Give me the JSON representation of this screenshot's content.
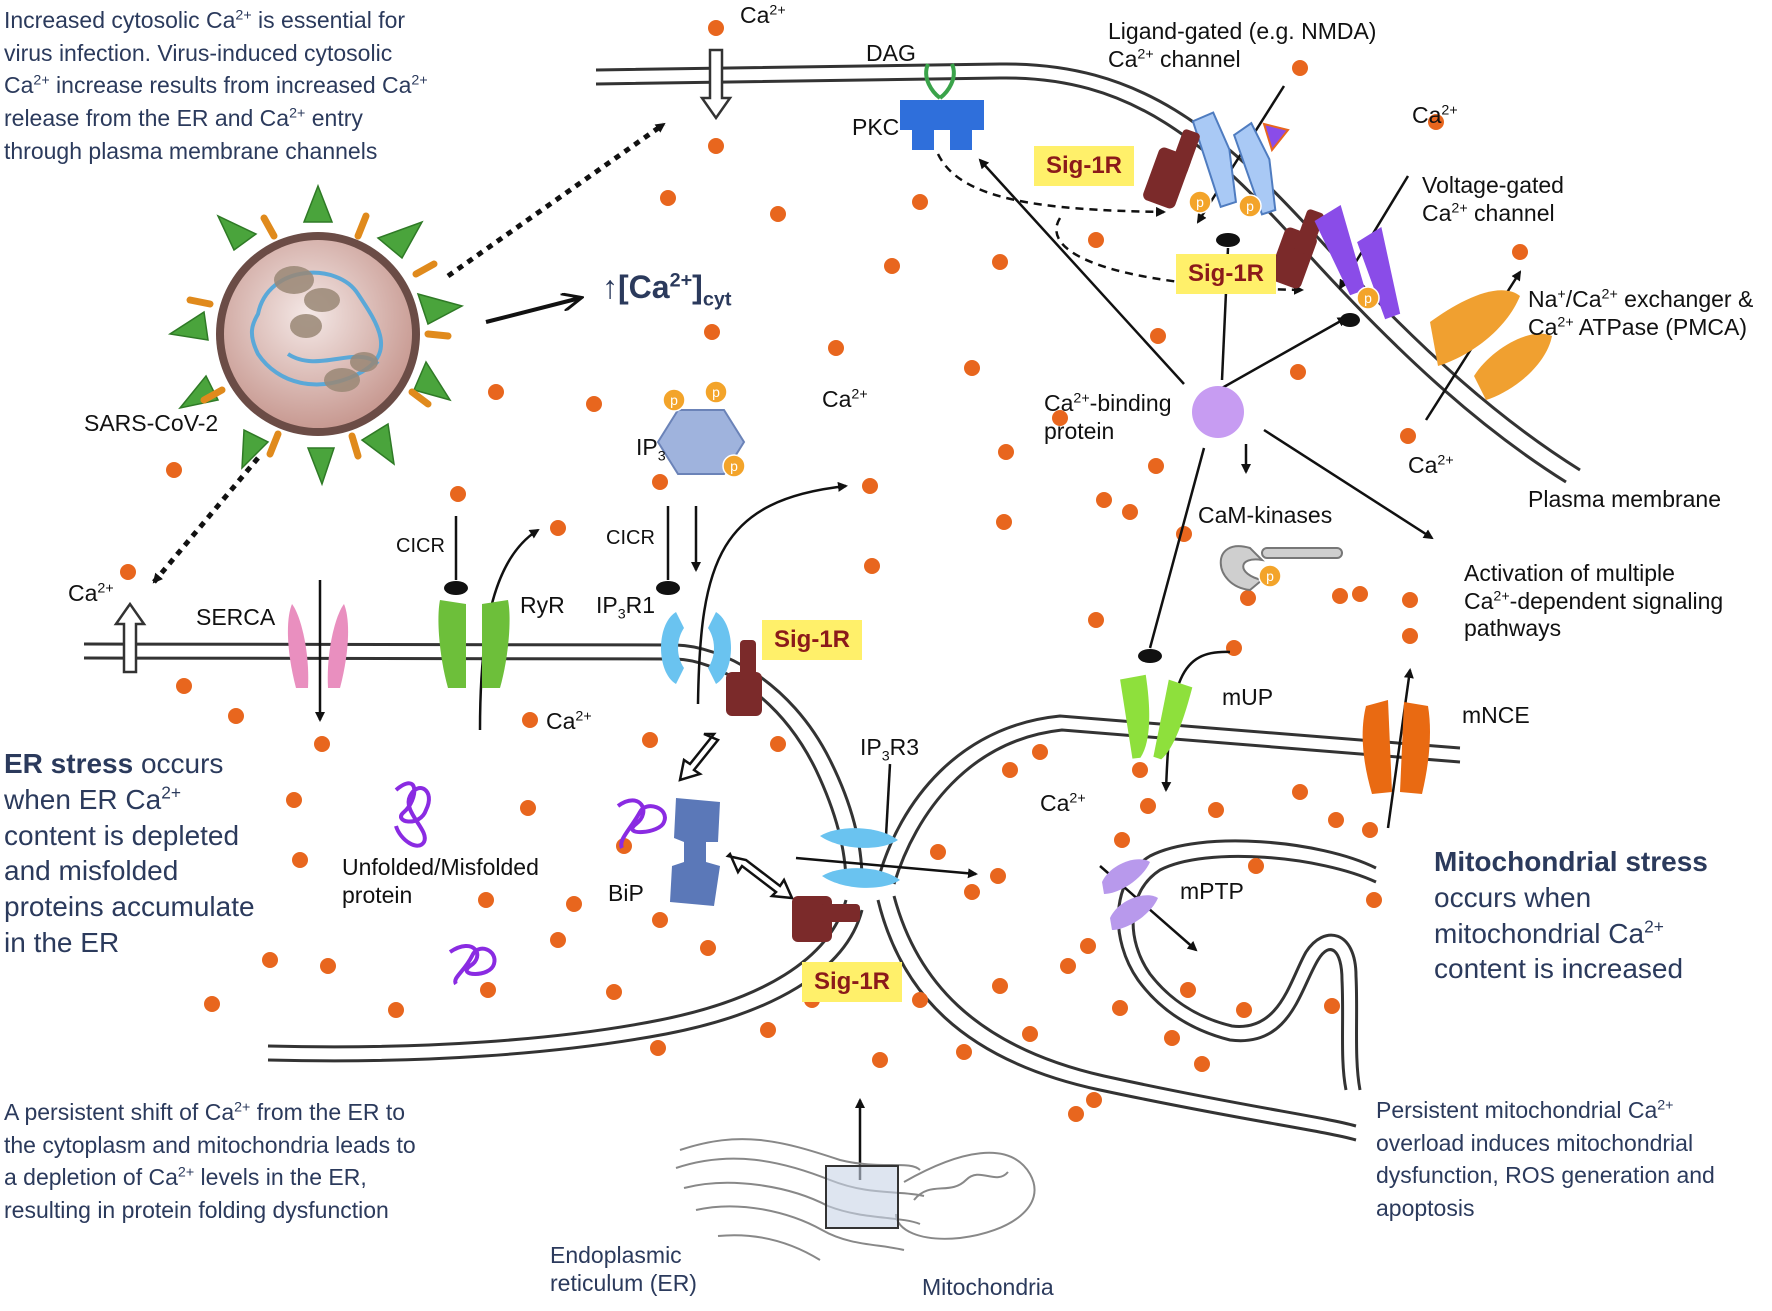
{
  "ca_sup": "2+",
  "intro": {
    "lines": [
      "Increased cytosolic Ca",
      " is essential for",
      "virus infection. Virus-induced cytosolic",
      "Ca",
      " increase results from increased Ca",
      "release from the ER and Ca",
      " entry",
      "through plasma membrane channels"
    ]
  },
  "labels": {
    "ca": "Ca",
    "dag": "DAG",
    "pkc": "PKC",
    "ligand_line1": "Ligand-gated (e.g. NMDA)",
    "channel": " channel",
    "sig1r": "Sig-1R",
    "voltage_line1": "Voltage-gated",
    "exchanger_line1a": "Na",
    "exchanger_plus": "+",
    "exchanger_line1b": "/Ca",
    "exchanger_line1c": " exchanger &",
    "exchanger_line2b": " ATPase (PMCA)",
    "plasma_membrane": "Plasma membrane",
    "cyt_arrow": "↑",
    "cyt_open": "[Ca",
    "cyt_close": "]",
    "cyt_sub": "cyt",
    "sars": "SARS-CoV-2",
    "ip3": "IP",
    "ip3_sub": "3",
    "cicr": "CICR",
    "binding_protein_line1": "-binding",
    "binding_protein_line2": "protein",
    "camk": "CaM-kinases",
    "activation": [
      "Activation of multiple",
      "Ca",
      "-dependent signaling",
      "pathways"
    ],
    "serca": "SERCA",
    "ryr": "RyR",
    "ip3r1": "R1",
    "ip3r3": "R3",
    "mup": "mUP",
    "mnce": "mNCE",
    "mptp": "mPTP",
    "bip": "BiP",
    "p": "p",
    "unfolded_line1": "Unfolded/Misfolded",
    "unfolded_line2": "protein",
    "er_stress_bold": "ER stress",
    "er_stress_lines": [
      " occurs",
      "when ER Ca",
      "content is depleted",
      "and misfolded",
      "proteins accumulate",
      "in the ER"
    ],
    "mito_stress_bold": "Mitochondrial stress",
    "mito_stress_lines": [
      "occurs when",
      "mitochondrial Ca",
      "content is increased"
    ],
    "bottom_left": [
      "A persistent shift of Ca",
      " from the ER to",
      "the cytoplasm and mitochondria leads to",
      "a depletion of Ca",
      " levels in the ER,",
      "resulting in protein folding dysfunction"
    ],
    "bottom_right": [
      "Persistent mitochondrial Ca",
      "overload induces mitochondrial",
      "dysfunction, ROS generation and",
      "apoptosis"
    ],
    "er_caption": [
      "Endoplasmic",
      "reticulum (ER)"
    ],
    "mito_caption": "Mitochondria"
  },
  "colors": {
    "calcium": "#e8661e",
    "serca": "#e98fbf",
    "ryr": "#6dbf3a",
    "ip3r": "#6ac3f0",
    "sig1r": "#7b2a2a",
    "pkc": "#2f6fdb",
    "binding_protein": "#c79cf2",
    "mup": "#8ee03c",
    "mnce": "#e96a12",
    "mptp": "#b899ec",
    "exchanger": "#f0a030",
    "vgcc": "#8a4ce8",
    "nmda": "#a9c9f5",
    "bip": "#5b78b8",
    "misfolded": "#8a2be2",
    "highlight": "#fff06a",
    "text_navy": "#2b3a5c",
    "virus_spike": "#4aa43c",
    "virus_body": "#d6a8a0"
  },
  "icons": [
    "virus-icon",
    "misfolded-protein-icon",
    "cam-kinase-icon",
    "ip3-molecule-icon",
    "phosphate-icon"
  ]
}
